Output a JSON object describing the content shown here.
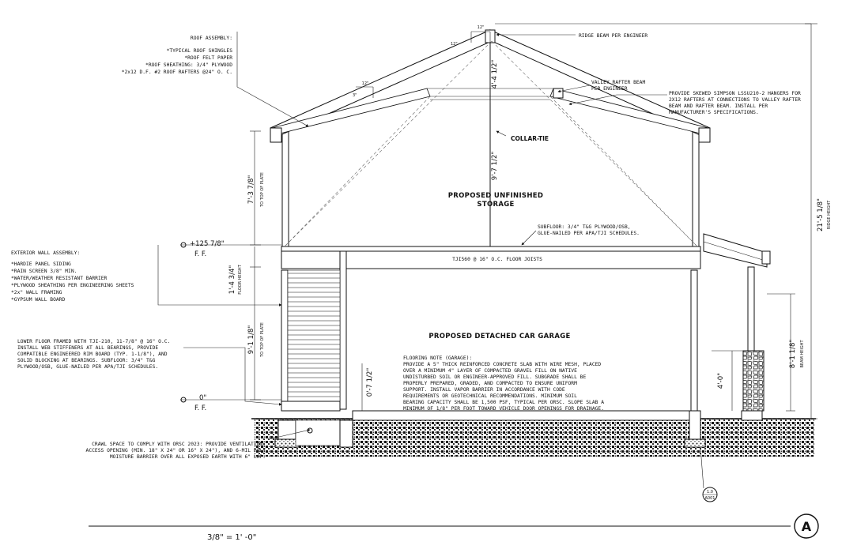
{
  "roof_assembly": {
    "title": "ROOF ASSEMBLY:",
    "lines": [
      "*TYPICAL ROOF SHINGLES",
      "*ROOF FELT PAPER",
      "*ROOF SHEATHING: 3/4\" PLYWOOD",
      "*2x12 D.F. #2 ROOF RAFTERS @24\" O. C."
    ]
  },
  "exterior_wall": {
    "title": "EXTERIOR WALL ASSEMBLY:",
    "lines": [
      "*HARDIE PANEL SIDING",
      "*RAIN SCREEN 3/8\" MIN.",
      "*WATER/WEATHER RESISTANT BARRIER",
      "*PLYWOOD SHEATHING PER ENGINEERING SHEETS",
      "*2x\" WALL FRAMING",
      "*GYPSUM WALL BOARD"
    ]
  },
  "lower_floor_note": [
    "LOWER FLOOR FRAMED WITH TJI-210, 11-7/8\" @ 16\" O.C.",
    "INSTALL WEB STIFFENERS AT ALL BEARINGS, PROVIDE",
    "COMPATIBLE ENGINEERED RIM BOARD (TYP. 1-1/8\"), AND",
    "SOLID BLOCKING AT BEARINGS. SUBFLOOR: 3/4\" T&G",
    "PLYWOOD/OSB, GLUE-NAILED PER APA/TJI SCHEDULES."
  ],
  "crawl_space_note": [
    "CRAWL SPACE TO COMPLY WITH ORSC 2023: PROVIDE VENTILATION,",
    "ACCESS OPENING (MIN. 18\" X 24\" OR 16\" X 24\"), AND 6-MIL POLY",
    "MOISTURE BARRIER OVER ALL EXPOSED EARTH WITH 6\" LAP."
  ],
  "ridge_beam": "RIDGE BEAM PER ENGINEER",
  "valley_rafter": [
    "VALLEY RAFTER BEAM",
    "PER ENGINEER"
  ],
  "hanger_note": [
    "PROVIDE SKEWED SIMPSON LSSU210-2 HANGERS FOR",
    "2X12 RAFTERS AT CONNECTIONS TO VALLEY RAFTER",
    "BEAM AND RAFTER BEAM. INSTALL PER",
    "MANUFACTURER'S SPECIFICATIONS."
  ],
  "collar_tie": "COLLAR-TIE",
  "storage_label": [
    "PROPOSED UNFINISHED",
    "STORAGE"
  ],
  "subfloor_note": [
    "SUBFLOOR: 3/4\" T&G PLYWOOD/OSB,",
    "GLUE-NAILED PER APA/TJI SCHEDULES."
  ],
  "joists_note": "TJI560 @ 16\" O.C. FLOOR JOISTS",
  "garage_label": "PROPOSED DETACHED CAR GARAGE",
  "flooring_note": [
    "FLOORING NOTE (GARAGE):",
    "PROVIDE A 5\" THICK REINFORCED CONCRETE SLAB WITH WIRE MESH, PLACED",
    "OVER A MINIMUM 4\" LAYER OF COMPACTED GRAVEL FILL ON NATIVE",
    "UNDISTURBED SOIL OR ENGINEER-APPROVED FILL. SUBGRADE SHALL BE",
    "PROPERLY PREPARED, GRADED, AND COMPACTED TO ENSURE UNIFORM",
    "SUPPORT. INSTALL VAPOR BARRIER IN ACCORDANCE WITH CODE",
    "REQUIREMENTS OR GEOTECHNICAL RECOMMENDATIONS. MINIMUM SOIL",
    "BEARING CAPACITY SHALL BE 1,500 PSF, TYPICAL PER ORSC. SLOPE SLAB A",
    "MINIMUM OF 1/8\" PER FOOT TOWARD VEHICLE DOOR OPENINGS FOR DRAINAGE."
  ],
  "dimensions": {
    "upper_wall": "7'-3 7/8\"",
    "upper_wall_sub": "TO TOP OF PLATE",
    "floor_depth": "1'-4 3/4\"",
    "floor_depth_sub": "FLOOR HEIGHT",
    "lower_wall": "9'-1 1/8\"",
    "lower_wall_sub": "TO TOP OF PLATE",
    "roof_rise": "4'-4 1/2\"",
    "attic_height": "9'-7 1/2\"",
    "ridge_height": "21'-5 1/8\"",
    "ridge_height_sub": "RIDGE HEIGHT",
    "beam_height": "8'-1 1/8\"",
    "beam_height_sub": "BEAM HEIGHT",
    "slab_step": "0'-7 1/2\"",
    "porch_step": "4'-0\"",
    "slope_run_top": "12\"",
    "slope_rise_top": "12\"",
    "slope_run_left": "12\"",
    "slope_rise_left": "3\""
  },
  "elevations": {
    "upper_value": "+125 7/8\"",
    "upper_ff": "F. F.",
    "lower_value": "0\"",
    "lower_ff": "F. F."
  },
  "detail_callout": {
    "number": "1.0",
    "sheet": "A001"
  },
  "scale": "3/8\" = 1' -0\"",
  "section_mark": "A"
}
